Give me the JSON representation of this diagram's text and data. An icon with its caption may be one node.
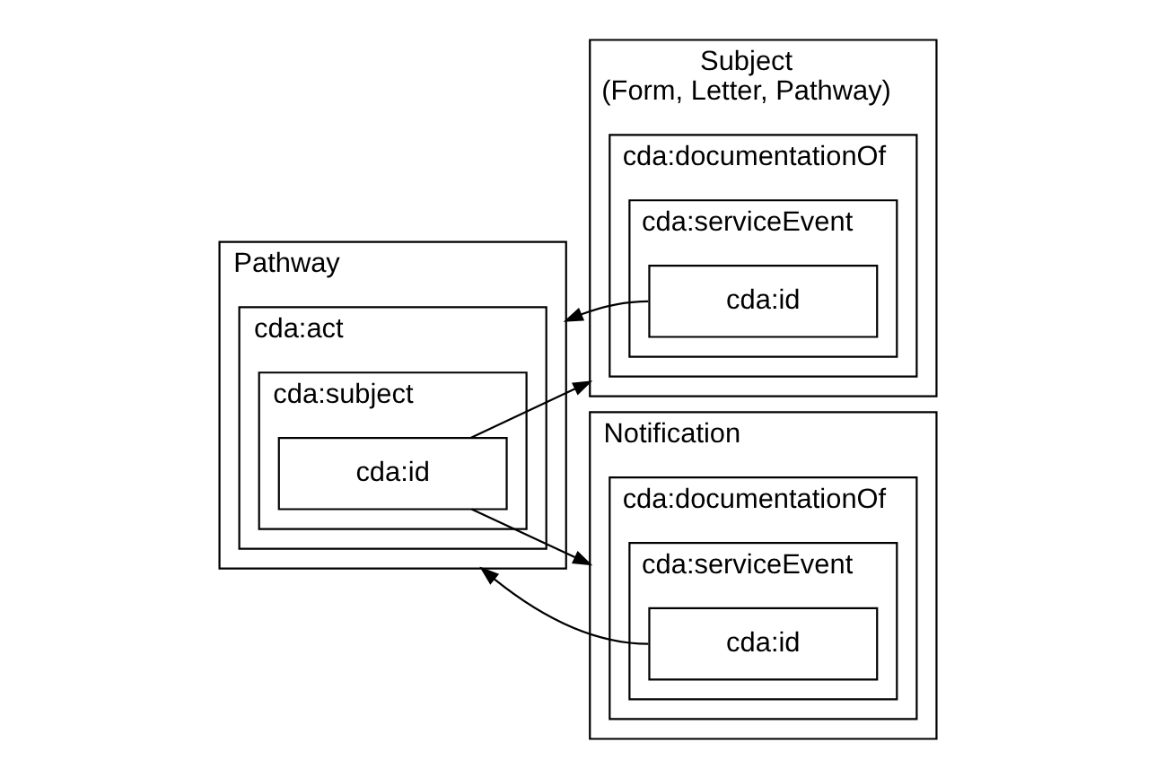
{
  "diagram": {
    "nodes": [
      {
        "text": [
          "Pathway"
        ]
      },
      {
        "text": [
          "cda:act"
        ],
        "in": 0
      },
      {
        "text": [
          "cda:subject"
        ],
        "in": 1
      },
      {
        "text": [
          "cda:id"
        ],
        "in": 2
      },
      {
        "text": [
          "Subject",
          "(Form, Letter, Pathway)"
        ]
      },
      {
        "text": [
          "cda:documentationOf"
        ],
        "in": 4
      },
      {
        "text": [
          "cda:serviceEvent"
        ],
        "in": 5
      },
      {
        "text": [
          "cda:id"
        ],
        "in": 6
      },
      {
        "text": [
          "Notification"
        ]
      },
      {
        "text": [
          "cda:documentationOf"
        ],
        "in": 8
      },
      {
        "text": [
          "cda:serviceEvent"
        ],
        "in": 9
      },
      {
        "text": [
          "cda:id"
        ],
        "in": 10
      }
    ],
    "edges": [
      {
        "from": 3,
        "to": 4,
        "arrow": "to"
      },
      {
        "from": 7,
        "to": 0,
        "arrow": "to"
      },
      {
        "from": 3,
        "to": 8,
        "arrow": "to"
      },
      {
        "from": 11,
        "to": 0,
        "arrow": "to"
      }
    ]
  }
}
